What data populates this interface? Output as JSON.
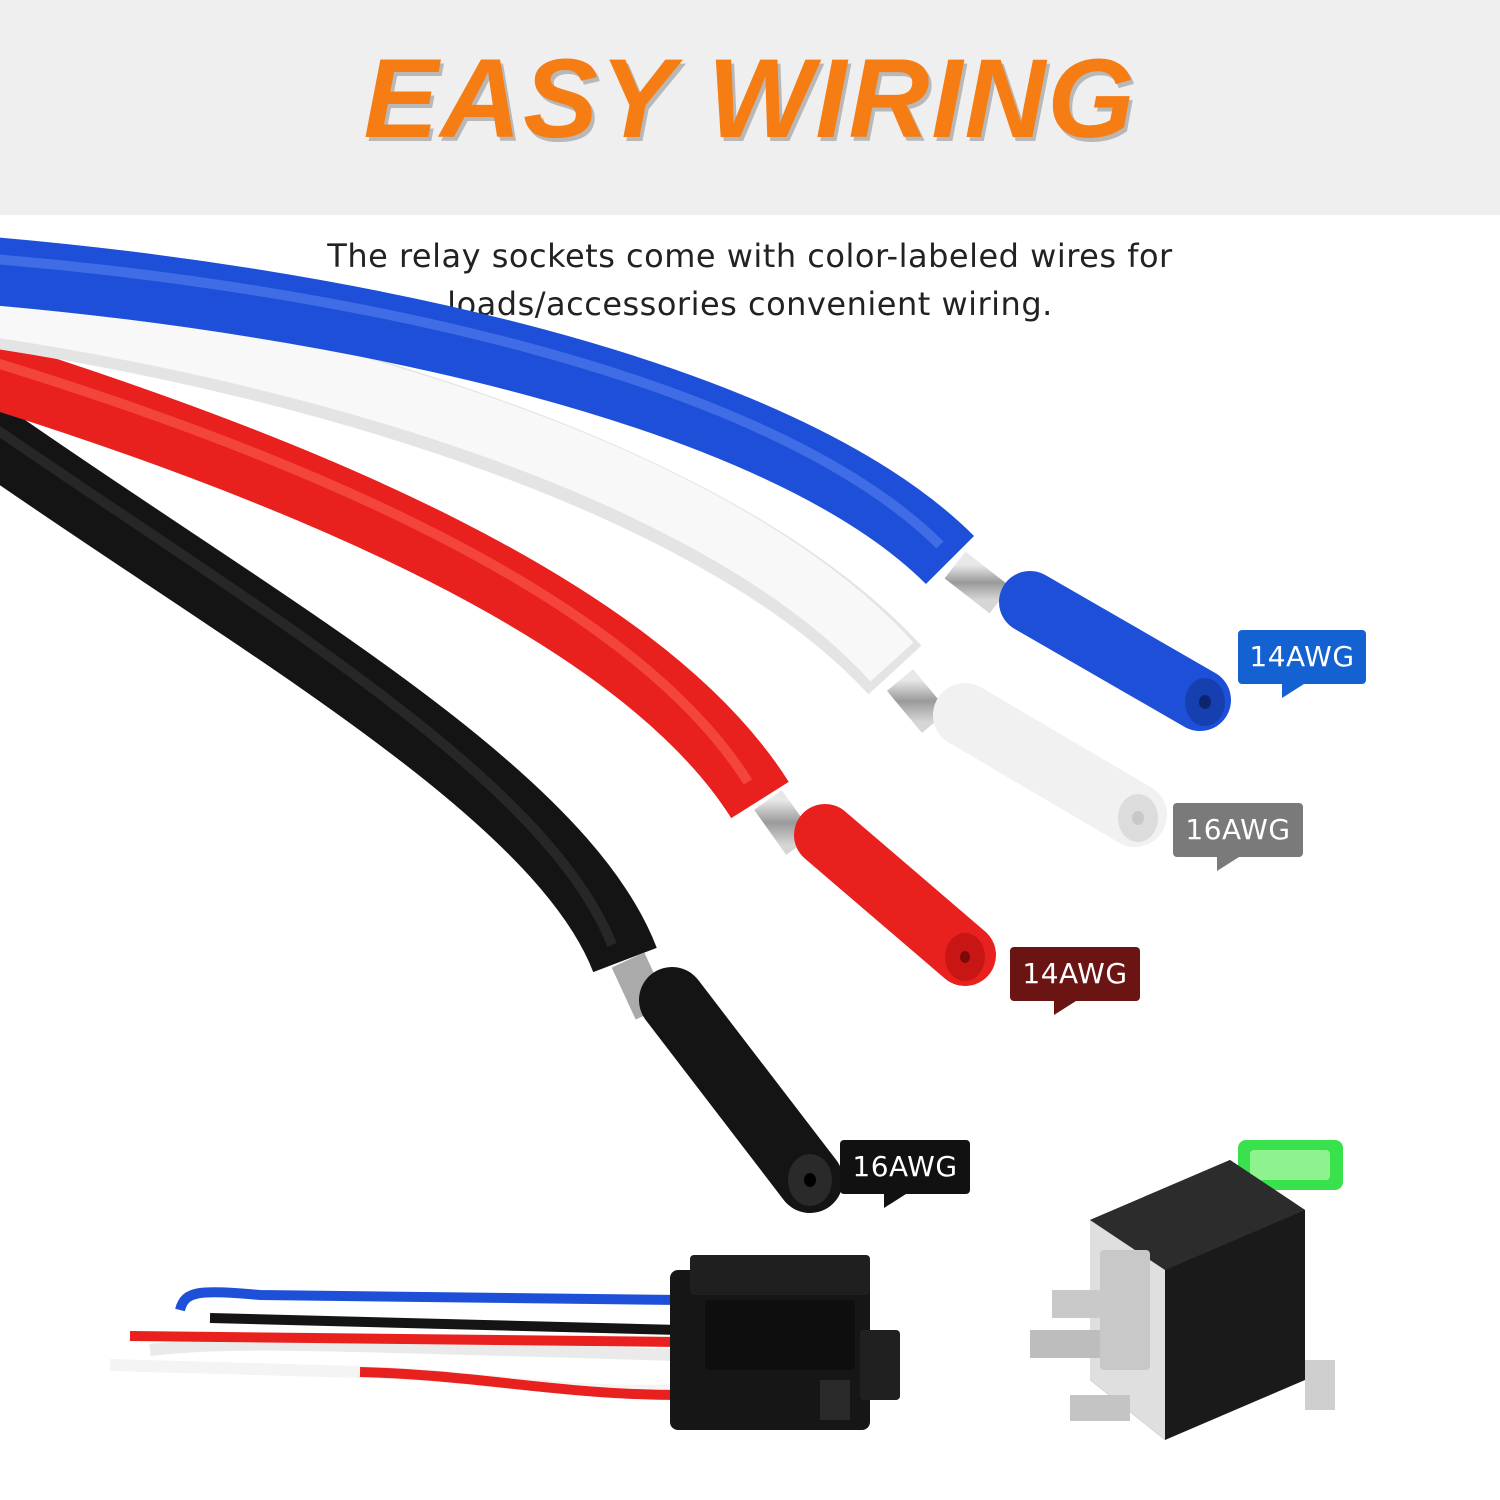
{
  "banner": {
    "title": "EASY WIRING"
  },
  "description": {
    "line1": "The relay sockets come with color-labeled wires for",
    "line2": "loads/accessories convenient wiring."
  },
  "wire_labels": [
    {
      "text": "14AWG",
      "color": "#1462d2"
    },
    {
      "text": "16AWG",
      "color": "#7a7a7a"
    },
    {
      "text": "14AWG",
      "color": "#6b1414"
    },
    {
      "text": "16AWG",
      "color": "#111111"
    }
  ],
  "colors": {
    "accent": "#f57d14",
    "wire_blue": "#1d4fd8",
    "wire_white": "#f4f4f4",
    "wire_red": "#e8201e",
    "wire_black": "#141414",
    "fuse_green": "#39e24c"
  }
}
